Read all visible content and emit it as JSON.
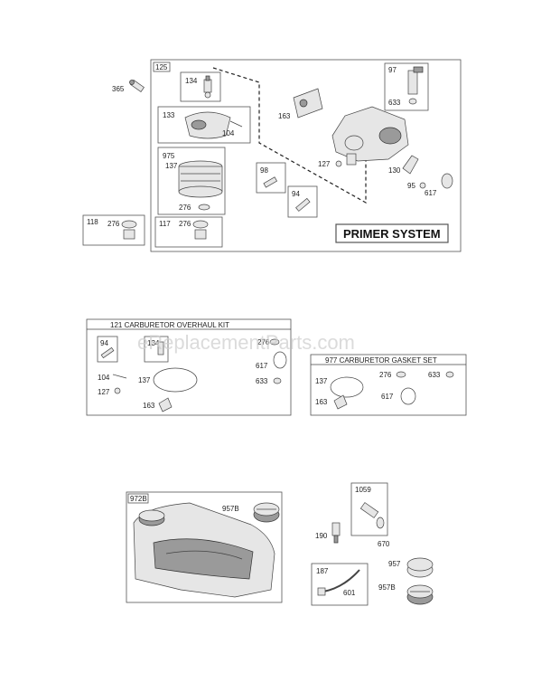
{
  "watermark": "eReplacementParts.com",
  "primer_system": {
    "box_number": "125",
    "title": "PRIMER SYSTEM",
    "labels": {
      "p365": "365",
      "p134": "134",
      "p133": "133",
      "p104": "104",
      "p975": "975",
      "p137": "137",
      "p276a": "276",
      "p98": "98",
      "p94": "94",
      "p163": "163",
      "p127": "127",
      "p97": "97",
      "p633": "633",
      "p130": "130",
      "p95": "95",
      "p617": "617",
      "p117": "117",
      "p276b": "276",
      "p118": "118",
      "p276c": "276"
    }
  },
  "overhaul_kit": {
    "title": "121 CARBURETOR OVERHAUL KIT",
    "labels": {
      "p94": "94",
      "p134": "134",
      "p276": "276",
      "p104": "104",
      "p137": "137",
      "p617": "617",
      "p127": "127",
      "p633": "633",
      "p163": "163"
    }
  },
  "gasket_set": {
    "title": "977 CARBURETOR GASKET SET",
    "labels": {
      "p276": "276",
      "p633": "633",
      "p137": "137",
      "p617": "617",
      "p163": "163"
    }
  },
  "tank": {
    "box_number": "972B",
    "cap_label": "957B"
  },
  "fuel_parts": {
    "p1059": "1059",
    "p190": "190",
    "p670": "670",
    "p187": "187",
    "p601": "601",
    "p957": "957",
    "p957b": "957B"
  }
}
